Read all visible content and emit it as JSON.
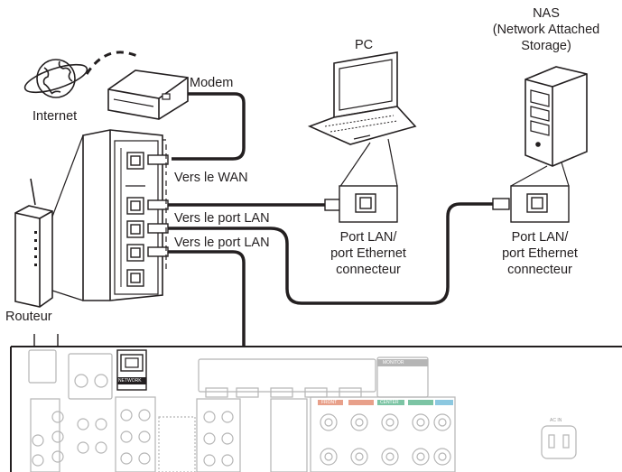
{
  "labels": {
    "internet": "Internet",
    "modem": "Modem",
    "router": "Routeur",
    "to_wan": "Vers le WAN",
    "to_lan_1": "Vers le port LAN",
    "to_lan_2": "Vers le port LAN",
    "pc": "PC",
    "nas_line1": "NAS",
    "nas_line2": "(Network Attached",
    "nas_line3": "Storage)",
    "pc_port_line1": "Port LAN/",
    "pc_port_line2": "port Ethernet",
    "pc_port_line3": "connecteur",
    "nas_port_line1": "Port LAN/",
    "nas_port_line2": "port Ethernet",
    "nas_port_line3": "connecteur"
  },
  "panel": {
    "network": "NETWORK",
    "ac_in": "AC IN",
    "monitor": "MONITOR",
    "center": "CENTER",
    "front": "FRONT"
  },
  "colors": {
    "line": "#231f20",
    "panel_gray": "#b5b5b5",
    "panel_light": "#d9d9d9",
    "speaker_red": "#e8a08a",
    "speaker_green": "#7cc4a4",
    "speaker_blue": "#8cc8e0"
  }
}
